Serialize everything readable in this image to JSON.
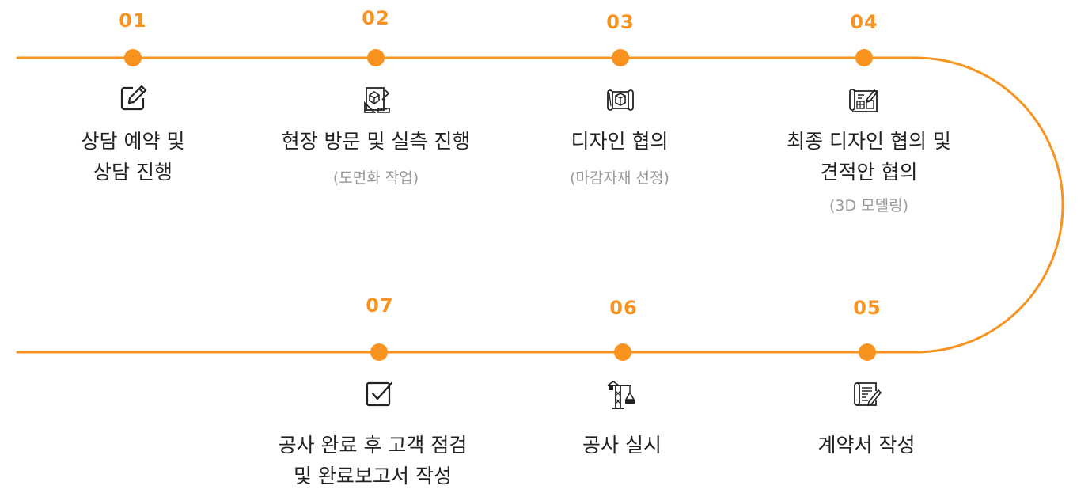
{
  "accent_color": "#f7931e",
  "text_color": "#222222",
  "subtext_color": "#9a9a9a",
  "steps": [
    {
      "num": "01",
      "title1": "상담 예약 및",
      "title2": "상담 진행",
      "sub": "",
      "icon": "pencil-edit-icon"
    },
    {
      "num": "02",
      "title1": "현장 방문 및 실측 진행",
      "title2": "",
      "sub": "(도면화 작업)",
      "icon": "blueprint-measure-icon"
    },
    {
      "num": "03",
      "title1": "디자인 협의",
      "title2": "",
      "sub": "(마감자재 선정)",
      "icon": "blueprint-scroll-icon"
    },
    {
      "num": "04",
      "title1": "최종 디자인 협의 및",
      "title2": "견적안 협의",
      "sub": "(3D 모델링)",
      "icon": "floorplan-pen-icon"
    },
    {
      "num": "05",
      "title1": "계약서 작성",
      "title2": "",
      "sub": "",
      "icon": "contract-document-icon"
    },
    {
      "num": "06",
      "title1": "공사 실시",
      "title2": "",
      "sub": "",
      "icon": "construction-crane-icon"
    },
    {
      "num": "07",
      "title1": "공사 완료 후 고객 점검",
      "title2": "및 완료보고서 작성",
      "sub": "",
      "icon": "checkbox-icon"
    }
  ]
}
